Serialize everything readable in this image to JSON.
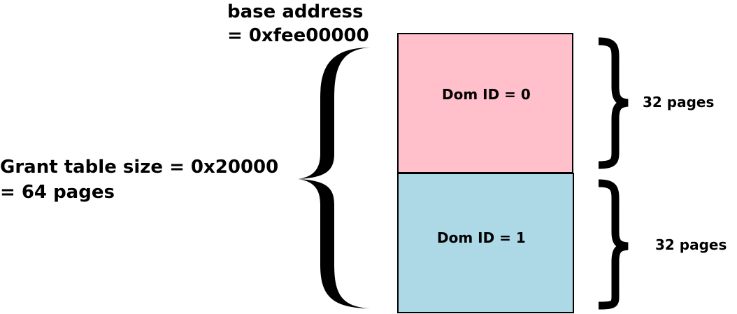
{
  "base_address": {
    "line1": "base address",
    "line2": "= 0xfee00000"
  },
  "grant_table": {
    "line1": "Grant table size = 0x20000",
    "line2": "= 64 pages"
  },
  "blocks": [
    {
      "label": "Dom ID = 0",
      "color": "#FFC0CB",
      "pages": "32 pages"
    },
    {
      "label": "Dom ID = 1",
      "color": "#ADD8E6",
      "pages": "32 pages"
    }
  ]
}
